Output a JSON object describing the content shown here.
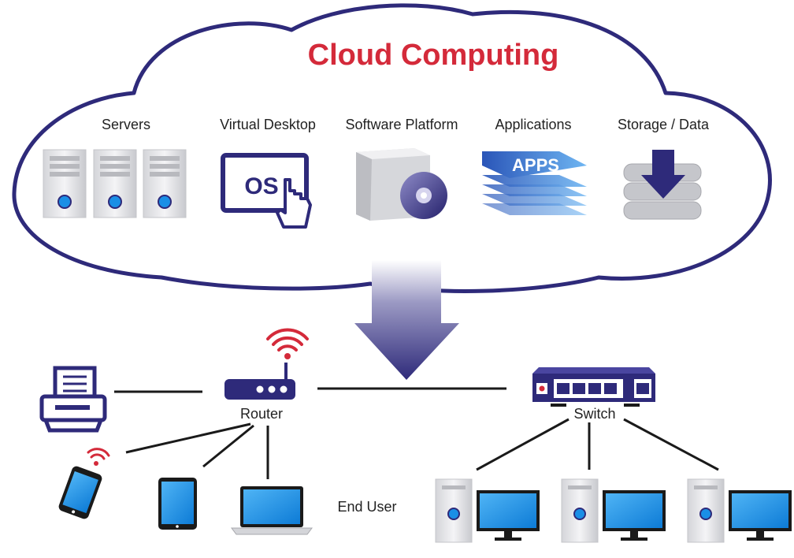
{
  "cloud": {
    "title": "Cloud Computing",
    "title_color": "#d42a3a",
    "outline_color": "#2e2a7a",
    "services": {
      "servers": "Servers",
      "virtual_desktop": "Virtual Desktop",
      "software_platform": "Software Platform",
      "applications": "Applications",
      "storage": "Storage / Data"
    },
    "os_label": "OS",
    "apps_label": "APPS"
  },
  "network": {
    "router": "Router",
    "switch": "Switch",
    "end_user": "End User"
  },
  "colors": {
    "accent": "#2e2a7a",
    "screen_blue": "#1a8fe6",
    "wifi_red": "#d42a3a",
    "light_gray": "#e2e3e6"
  }
}
